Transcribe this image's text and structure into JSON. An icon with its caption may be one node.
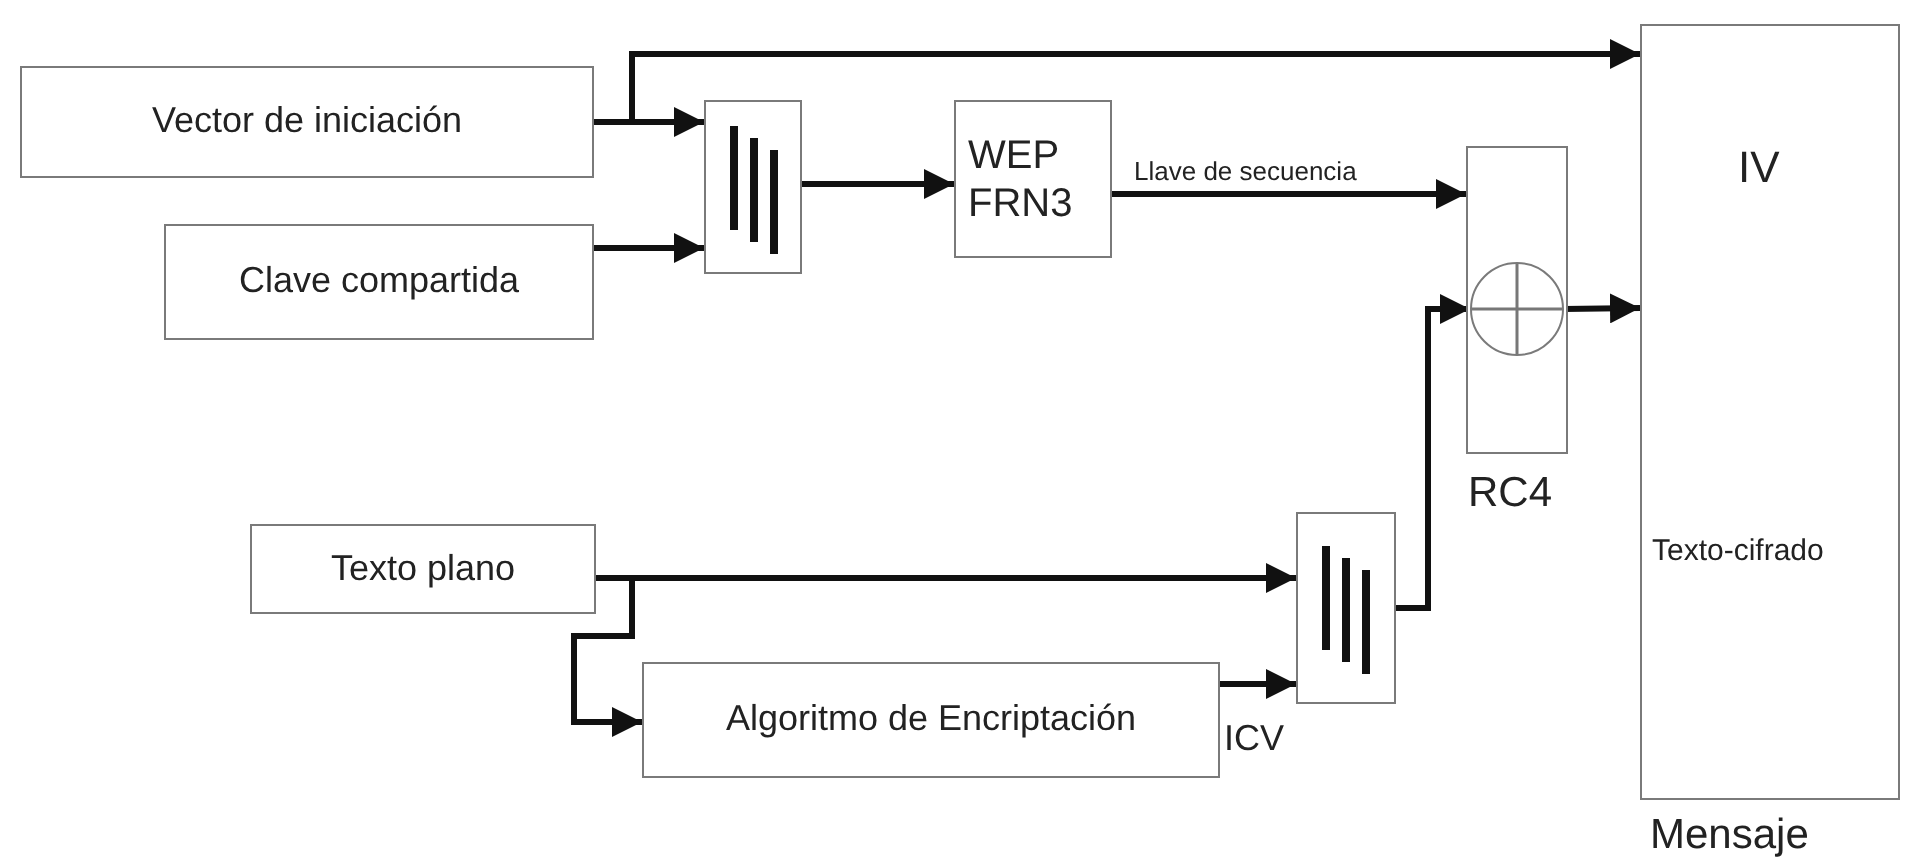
{
  "diagram": {
    "nodes": [
      {
        "text": [
          "Vector de iniciación"
        ]
      },
      {
        "text": [
          "Clave compartida"
        ]
      },
      {
        "text": [],
        "shape": "box"
      },
      {
        "text": [
          "WEP FRN3"
        ]
      },
      {
        "text": [
          "RC4"
        ]
      },
      {
        "text": [],
        "shape": "circle",
        "in": 4
      },
      {
        "text": [
          "IV",
          "Texto-cifrado",
          "Mensaje"
        ]
      },
      {
        "text": [
          "Texto plano"
        ]
      },
      {
        "text": [
          "Algoritmo de Encriptación"
        ]
      },
      {
        "text": [],
        "shape": "box"
      }
    ],
    "edges": [
      {
        "from": 0,
        "to": 6,
        "arrow": "to"
      },
      {
        "from": 0,
        "to": 2,
        "arrow": "to"
      },
      {
        "from": 1,
        "to": 2,
        "arrow": "to"
      },
      {
        "from": 2,
        "to": 3,
        "arrow": "to"
      },
      {
        "from": 3,
        "to": 4,
        "arrow": "to",
        "label": "Llave de secuencia"
      },
      {
        "from": 9,
        "to": 5,
        "arrow": "to"
      },
      {
        "from": 5,
        "to": 6,
        "arrow": "to"
      },
      {
        "from": 7,
        "to": 9,
        "arrow": "to"
      },
      {
        "from": 7,
        "to": 8,
        "arrow": "to"
      },
      {
        "from": 8,
        "to": 9,
        "arrow": "to",
        "label": "ICV"
      }
    ]
  }
}
